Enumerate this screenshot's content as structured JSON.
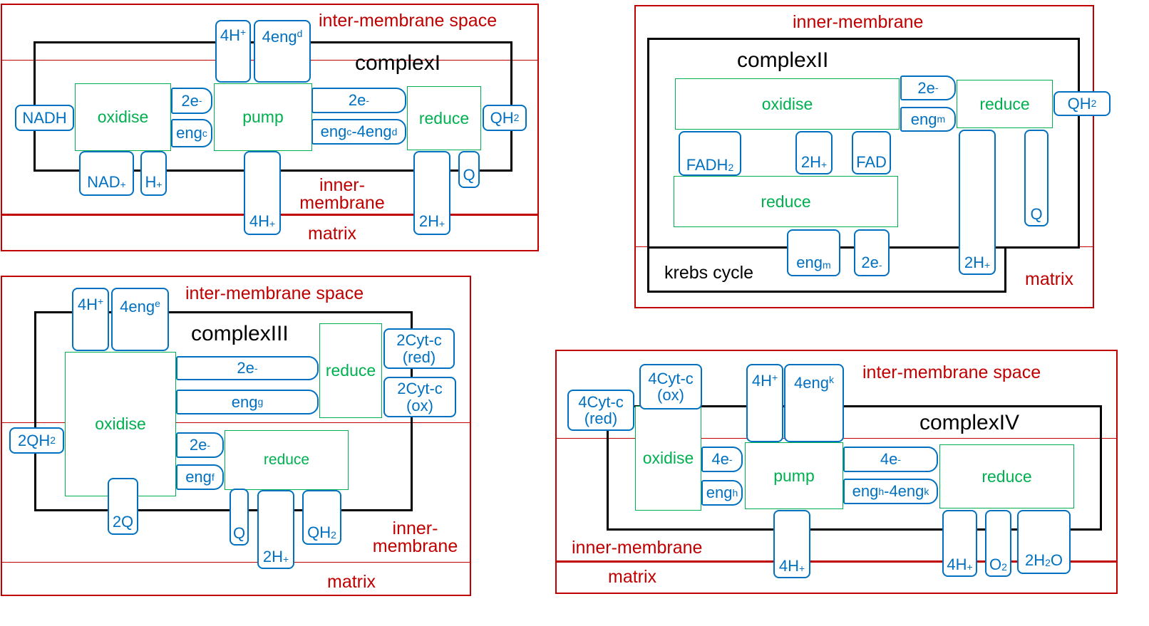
{
  "regions": {
    "intermembrane_space": "inter-membrane space",
    "inner_membrane": "inner-membrane",
    "inner_membrane_split_top": "inner-",
    "inner_membrane_split_bottom": "membrane",
    "matrix": "matrix",
    "krebs_cycle": "krebs cycle"
  },
  "processes": {
    "oxidise": "oxidise",
    "pump": "pump",
    "reduce": "reduce"
  },
  "complexes": {
    "c1": "complexI",
    "c2": "complexII",
    "c3": "complexIII",
    "c4": "complexIV"
  },
  "tokens": {
    "NADH": "NADH",
    "NAD": "NAD",
    "H": "H",
    "_4H": "4H",
    "_2H": "2H",
    "_2e": "2e",
    "_4e": "4e",
    "eng": "eng",
    "_4eng": "4eng",
    "QH": "QH",
    "_2QH": "2QH",
    "Q": "Q",
    "_2Q": "2Q",
    "FADH": "FADH",
    "FAD": "FAD",
    "_2Cytc": "2Cyt-c",
    "_4Cytc": "4Cyt-c",
    "red": "(red)",
    "ox": "(ox)",
    "O": "O",
    "_2H2O_a": "2H",
    "_2H2O_b": "O"
  },
  "scripts": {
    "plus": "+",
    "minus": "-",
    "two": "2",
    "sep": "-",
    "c": "c",
    "d": "d",
    "e": "e",
    "f": "f",
    "g": "g",
    "h": "h",
    "k": "k",
    "m": "m"
  },
  "colors": {
    "membrane_red": "#c00000",
    "process_green": "#00b050",
    "molecule_blue": "#0070c0",
    "complex_black": "#000000"
  }
}
